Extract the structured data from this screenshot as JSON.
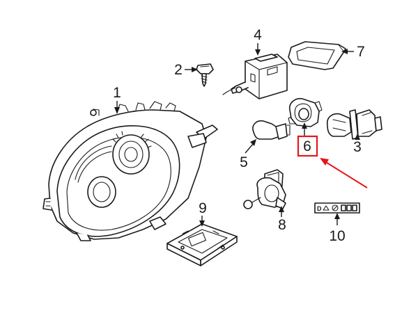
{
  "callouts": [
    {
      "id": "1",
      "label": "1"
    },
    {
      "id": "2",
      "label": "2"
    },
    {
      "id": "3",
      "label": "3"
    },
    {
      "id": "4",
      "label": "4"
    },
    {
      "id": "5",
      "label": "5"
    },
    {
      "id": "6",
      "label": "6"
    },
    {
      "id": "7",
      "label": "7"
    },
    {
      "id": "8",
      "label": "8"
    },
    {
      "id": "9",
      "label": "9"
    },
    {
      "id": "10",
      "label": "10"
    }
  ],
  "highlight": {
    "callout": "6",
    "box_color": "#e8141b",
    "arrow_color": "#e8141b"
  },
  "parts": [
    {
      "callout": "1",
      "icon": "headlamp-housing-icon"
    },
    {
      "callout": "2",
      "icon": "screw-icon"
    },
    {
      "callout": "3",
      "icon": "h4-bulb-icon"
    },
    {
      "callout": "4",
      "icon": "xenon-bulb-icon"
    },
    {
      "callout": "5",
      "icon": "turn-signal-bulb-icon"
    },
    {
      "callout": "6",
      "icon": "bulb-socket-icon"
    },
    {
      "callout": "7",
      "icon": "cover-cap-icon"
    },
    {
      "callout": "8",
      "icon": "fog-bulb-icon"
    },
    {
      "callout": "9",
      "icon": "ballast-control-unit-icon"
    },
    {
      "callout": "10",
      "icon": "warning-label-icon"
    }
  ],
  "label_sticker": {
    "text": "D"
  }
}
